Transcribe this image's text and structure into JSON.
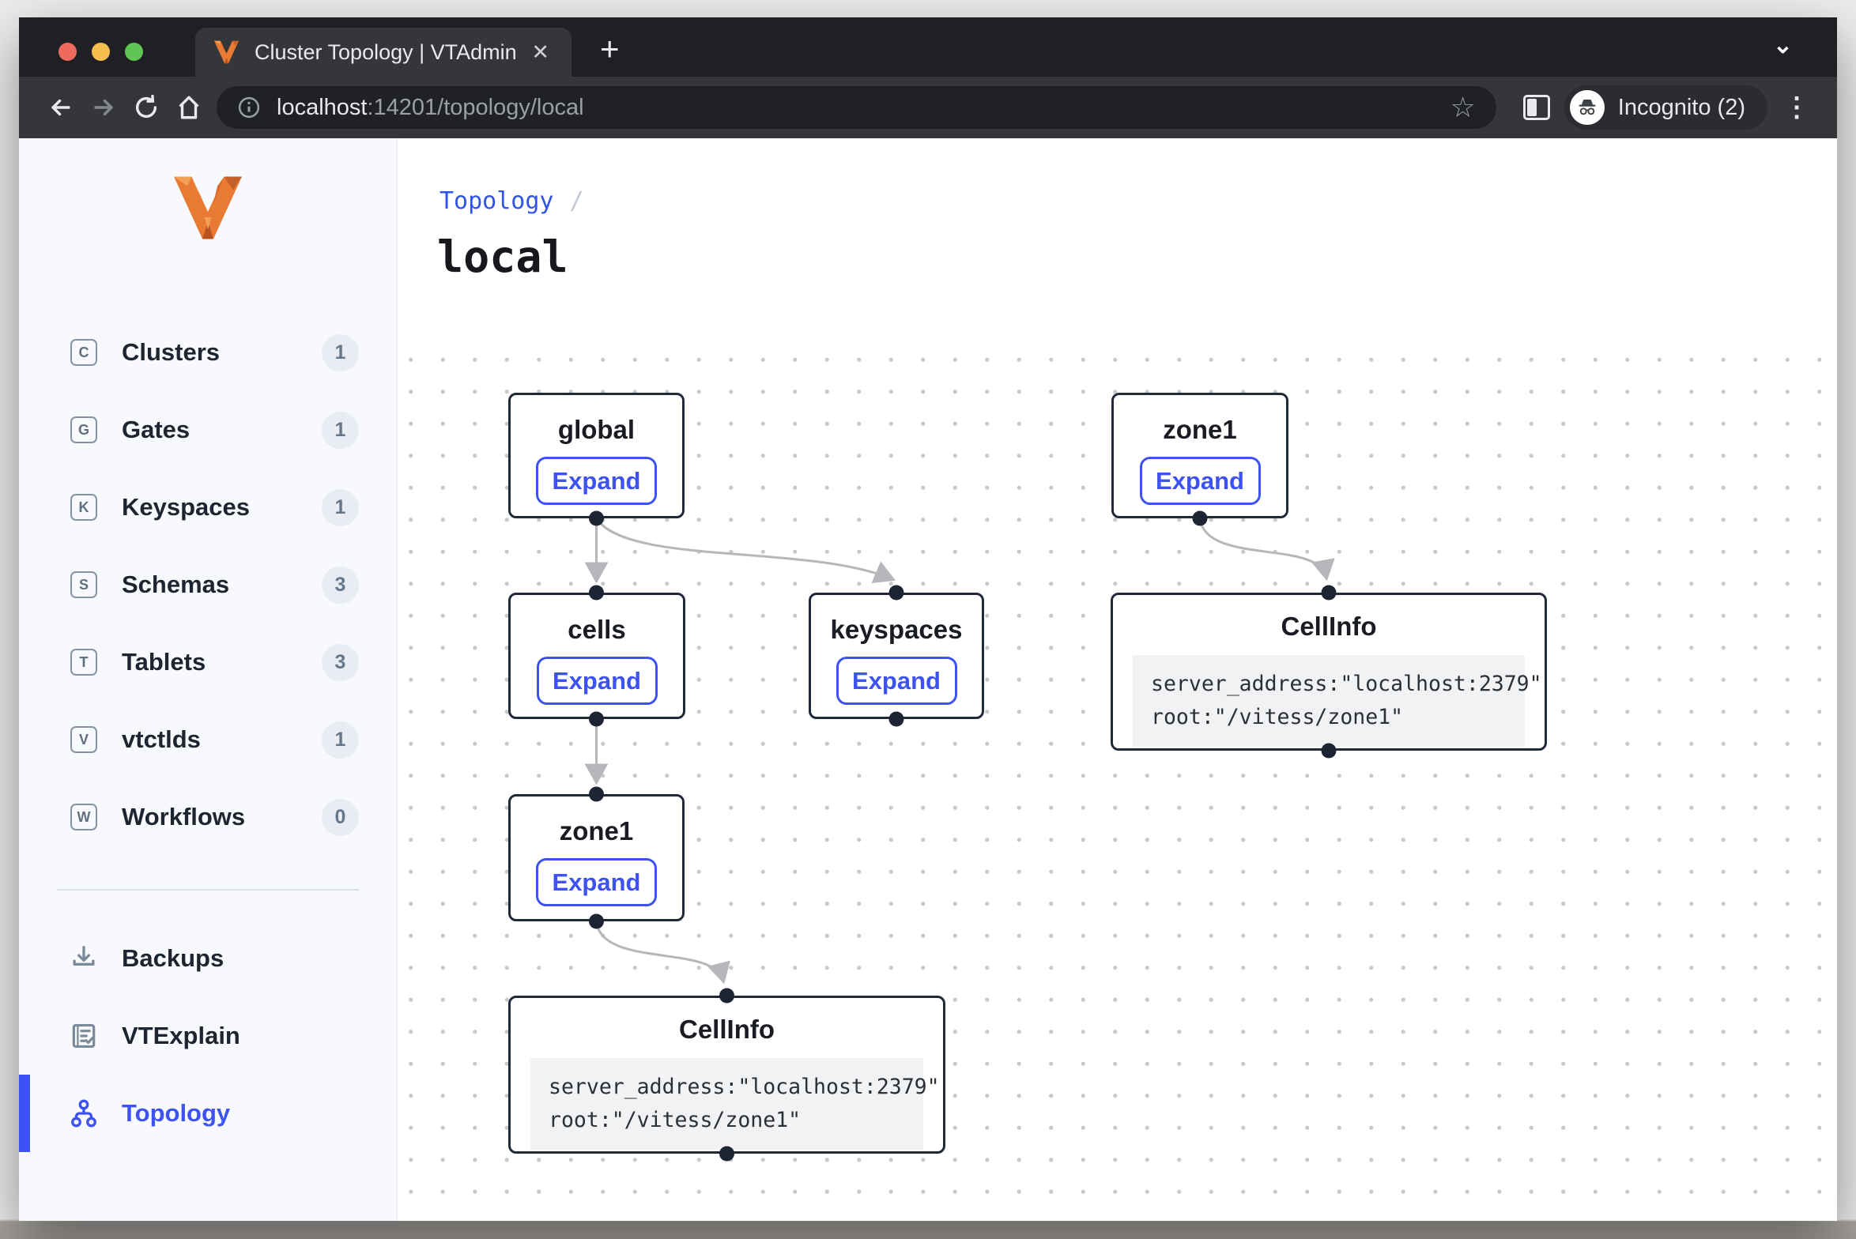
{
  "browser": {
    "tab_title": "Cluster Topology | VTAdmin",
    "url_host": "localhost",
    "url_rest": ":14201/topology/local",
    "incognito_label": "Incognito (2)"
  },
  "icons": {
    "close": "✕",
    "new_tab": "+",
    "tab_search_chevron": "⌄",
    "menu_kebab": "⋮",
    "star": "☆"
  },
  "colors": {
    "accent_blue": "#3d52f0",
    "node_border": "#212838",
    "edge_gray": "#b5b7ba",
    "sidebar_bg": "#f7f9fc",
    "toolbar_bg": "#35363a",
    "frame_bg": "#1e2024",
    "traffic_red": "#ee6a5e",
    "traffic_yellow": "#f5bf4f",
    "traffic_green": "#61c554"
  },
  "sidebar": {
    "nav": [
      {
        "letter": "C",
        "label": "Clusters",
        "count": "1"
      },
      {
        "letter": "G",
        "label": "Gates",
        "count": "1"
      },
      {
        "letter": "K",
        "label": "Keyspaces",
        "count": "1"
      },
      {
        "letter": "S",
        "label": "Schemas",
        "count": "3"
      },
      {
        "letter": "T",
        "label": "Tablets",
        "count": "3"
      },
      {
        "letter": "V",
        "label": "vtctlds",
        "count": "1"
      },
      {
        "letter": "W",
        "label": "Workflows",
        "count": "0"
      }
    ],
    "tools": [
      {
        "label": "Backups"
      },
      {
        "label": "VTExplain"
      },
      {
        "label": "Topology"
      }
    ]
  },
  "breadcrumb": {
    "link": "Topology",
    "separator": "/"
  },
  "page": {
    "title": "local"
  },
  "graph": {
    "expand_label": "Expand",
    "nodes": [
      {
        "id": "global",
        "title": "global"
      },
      {
        "id": "zone1-top",
        "title": "zone1"
      },
      {
        "id": "cells",
        "title": "cells"
      },
      {
        "id": "keyspaces",
        "title": "keyspaces"
      },
      {
        "id": "cellinfo-right",
        "title": "CellInfo",
        "code": [
          "server_address:\"localhost:2379\"",
          "root:\"/vitess/zone1\""
        ]
      },
      {
        "id": "zone1-bottom",
        "title": "zone1"
      },
      {
        "id": "cellinfo-bottom",
        "title": "CellInfo",
        "code": [
          "server_address:\"localhost:2379\"",
          "root:\"/vitess/zone1\""
        ]
      }
    ],
    "edges": [
      [
        "global",
        "cells"
      ],
      [
        "global",
        "keyspaces"
      ],
      [
        "zone1-top",
        "cellinfo-right"
      ],
      [
        "cells",
        "zone1-bottom"
      ],
      [
        "zone1-bottom",
        "cellinfo-bottom"
      ]
    ]
  }
}
